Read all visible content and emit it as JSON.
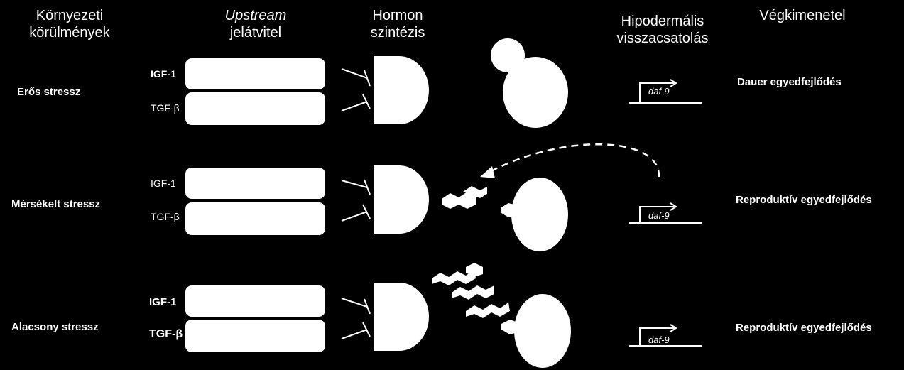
{
  "headers": {
    "environment": [
      "Környezeti",
      "körülmények"
    ],
    "upstream": {
      "italic": "Upstream",
      "rest": "jelátvitel"
    },
    "hormone": [
      "Hormon",
      "szintézis"
    ],
    "feedback": [
      "Hipodermális",
      "visszacsatolás"
    ],
    "outcome": "Végkimenetel"
  },
  "rows": [
    {
      "condition": "Erős stressz",
      "signals": [
        "IGF-1",
        "TGF-β"
      ],
      "gene": "daf-9",
      "outcome": "Dauer egyedfejlődés"
    },
    {
      "condition": "Mérsékelt stressz",
      "signals": [
        "IGF-1",
        "TGF-β"
      ],
      "gene": "daf-9",
      "outcome": "Reproduktív egyedfejlődés"
    },
    {
      "condition": "Alacsony stressz",
      "signals": [
        "IGF-1",
        "TGF-β"
      ],
      "gene": "daf-9",
      "outcome": "Reproduktív egyedfejlődés"
    }
  ]
}
